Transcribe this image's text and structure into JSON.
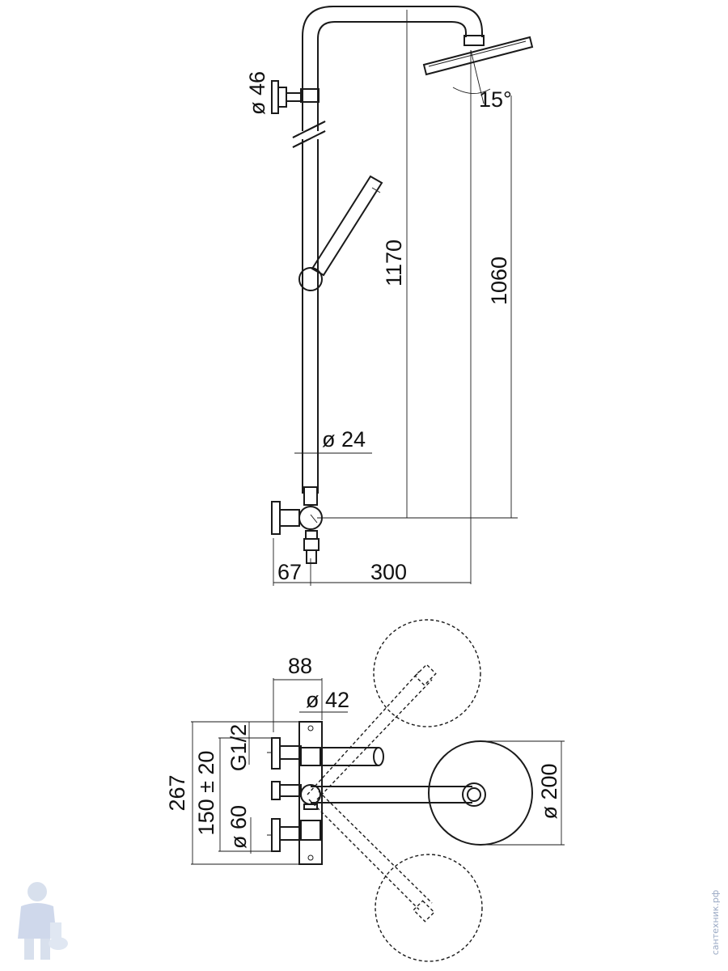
{
  "side_view": {
    "dimensions": {
      "bracket_diameter": "ø 46",
      "angle": "15°",
      "total_height": "1170",
      "head_height": "1060",
      "pipe_diameter": "ø 24",
      "wall_offset": "67",
      "arm_reach": "300"
    }
  },
  "top_view": {
    "dimensions": {
      "mixer_width": "88",
      "body_diameter": "ø 42",
      "inlet_thread": "G1/2",
      "overall_width": "267",
      "inlet_spacing": "150 ± 20",
      "escutcheon_diameter": "ø 60",
      "head_diameter": "ø 200"
    }
  },
  "watermark": {
    "text": "сантехник.рф"
  }
}
